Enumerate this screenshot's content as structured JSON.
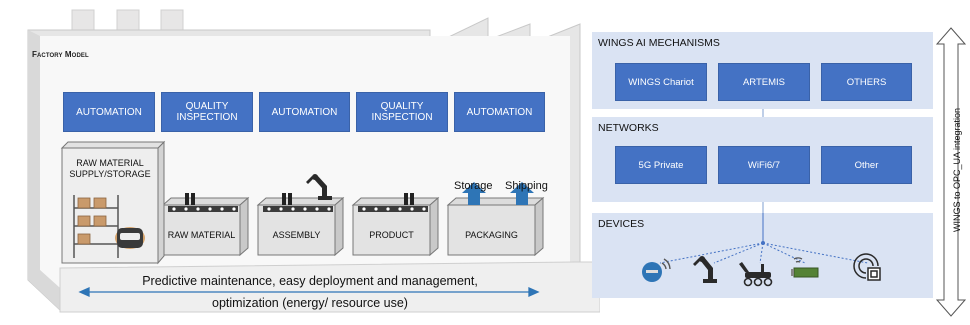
{
  "factory": {
    "title": "Factory Model",
    "top_boxes": [
      "AUTOMATION",
      "QUALITY INSPECTION",
      "AUTOMATION",
      "QUALITY INSPECTION",
      "AUTOMATION"
    ],
    "raw_material_label": "RAW MATERIAL SUPPLY/STORAGE",
    "conveyors": [
      "RAW MATERIAL",
      "ASSEMBLY",
      "PRODUCT",
      "PACKAGING"
    ],
    "storage_label": "Storage",
    "shipping_label": "Shipping",
    "bottom_line1": "Predictive maintenance, easy deployment and management,",
    "bottom_line2": "optimization (energy/ resource use)"
  },
  "wings": {
    "mechanisms_title": "WINGS AI MECHANISMS",
    "mechanisms": [
      "WINGS Chariot",
      "ARTEMIS",
      "OTHERS"
    ],
    "networks_title": "NETWORKS",
    "networks": [
      "5G Private",
      "WiFi6/7",
      "Other"
    ],
    "devices_title": "DEVICES",
    "devices": [
      "wireless-sensor-icon",
      "robot-arm-icon",
      "rover-icon",
      "iot-board-icon",
      "rfid-tag-icon"
    ],
    "side_label": "WINGS to OPC_UA integration"
  },
  "colors": {
    "box_blue": "#4472c4",
    "panel_bg": "#dae3f3",
    "arrow_blue": "#2e75b6"
  }
}
